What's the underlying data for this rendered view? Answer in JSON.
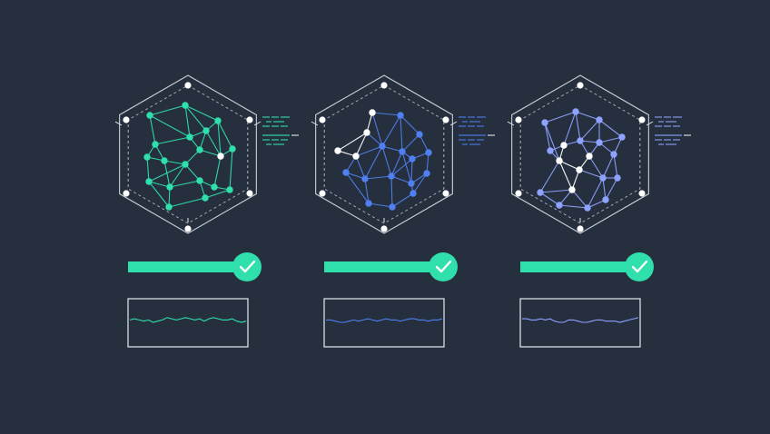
{
  "colors": {
    "background": "#252f3e",
    "outline": "#e8ecf2",
    "node_white": "#ffffff",
    "progress": "#2fe0ac",
    "check_mark": "#ffffff"
  },
  "panels": [
    {
      "id": "teal",
      "accent": "#2fe0ac",
      "progress": 1.0,
      "status": "complete",
      "status_icon": "check-icon"
    },
    {
      "id": "blue",
      "accent": "#4f7ff0",
      "progress": 1.0,
      "status": "complete",
      "status_icon": "check-icon"
    },
    {
      "id": "periwinkle",
      "accent": "#8fa2ff",
      "progress": 1.0,
      "status": "complete",
      "status_icon": "check-icon"
    }
  ]
}
